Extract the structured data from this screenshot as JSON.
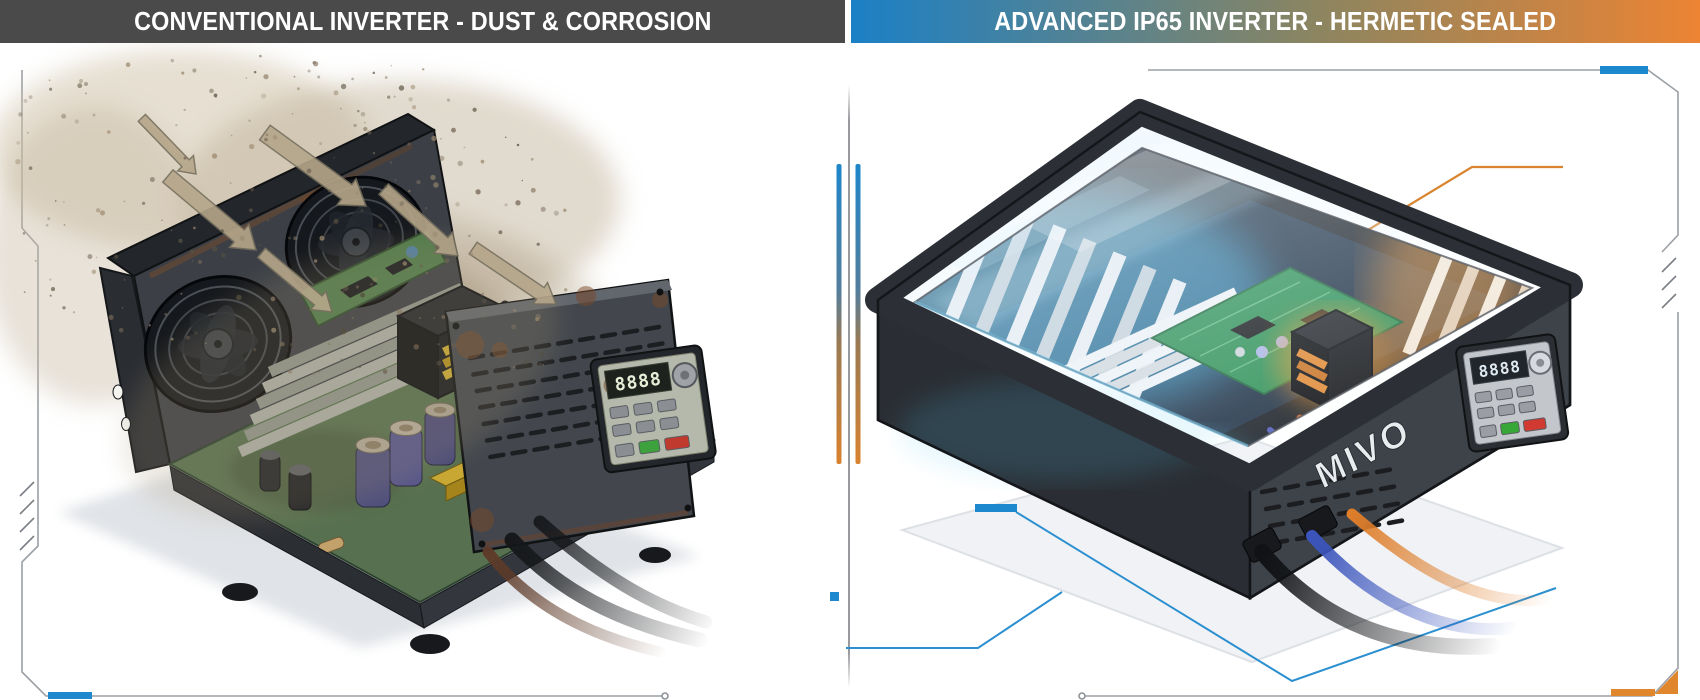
{
  "headers": {
    "left": {
      "label": "CONVENTIONAL INVERTER - DUST & CORROSION",
      "bg": "#4a4a4a",
      "text_color": "#ffffff"
    },
    "right": {
      "label": "ADVANCED IP65 INVERTER - HERMETIC SEALED",
      "bg_start": "#1b80c6",
      "bg_end": "#ec8433",
      "text_color": "#ffffff"
    }
  },
  "left_panel": {
    "display_digits": "8888"
  },
  "right_panel": {
    "brand": "MIVO",
    "display_digits": "8888"
  },
  "icons": {
    "dust_arrows": "dust-arrow-icon",
    "cooling_fans": "fan-icon",
    "corner_brackets": "hud-frame-lines"
  },
  "colors": {
    "accent_blue": "#1e88cf",
    "accent_orange": "#e0872e",
    "frame_gray": "#a7abb0",
    "dust_tan": "#b3a189",
    "rust_brown": "#8a5631",
    "glow_cyan": "#54c7f0",
    "glow_orange": "#f09a3e",
    "pcb_green_dirty": "#57704f",
    "pcb_green_clean": "#2f9158"
  }
}
